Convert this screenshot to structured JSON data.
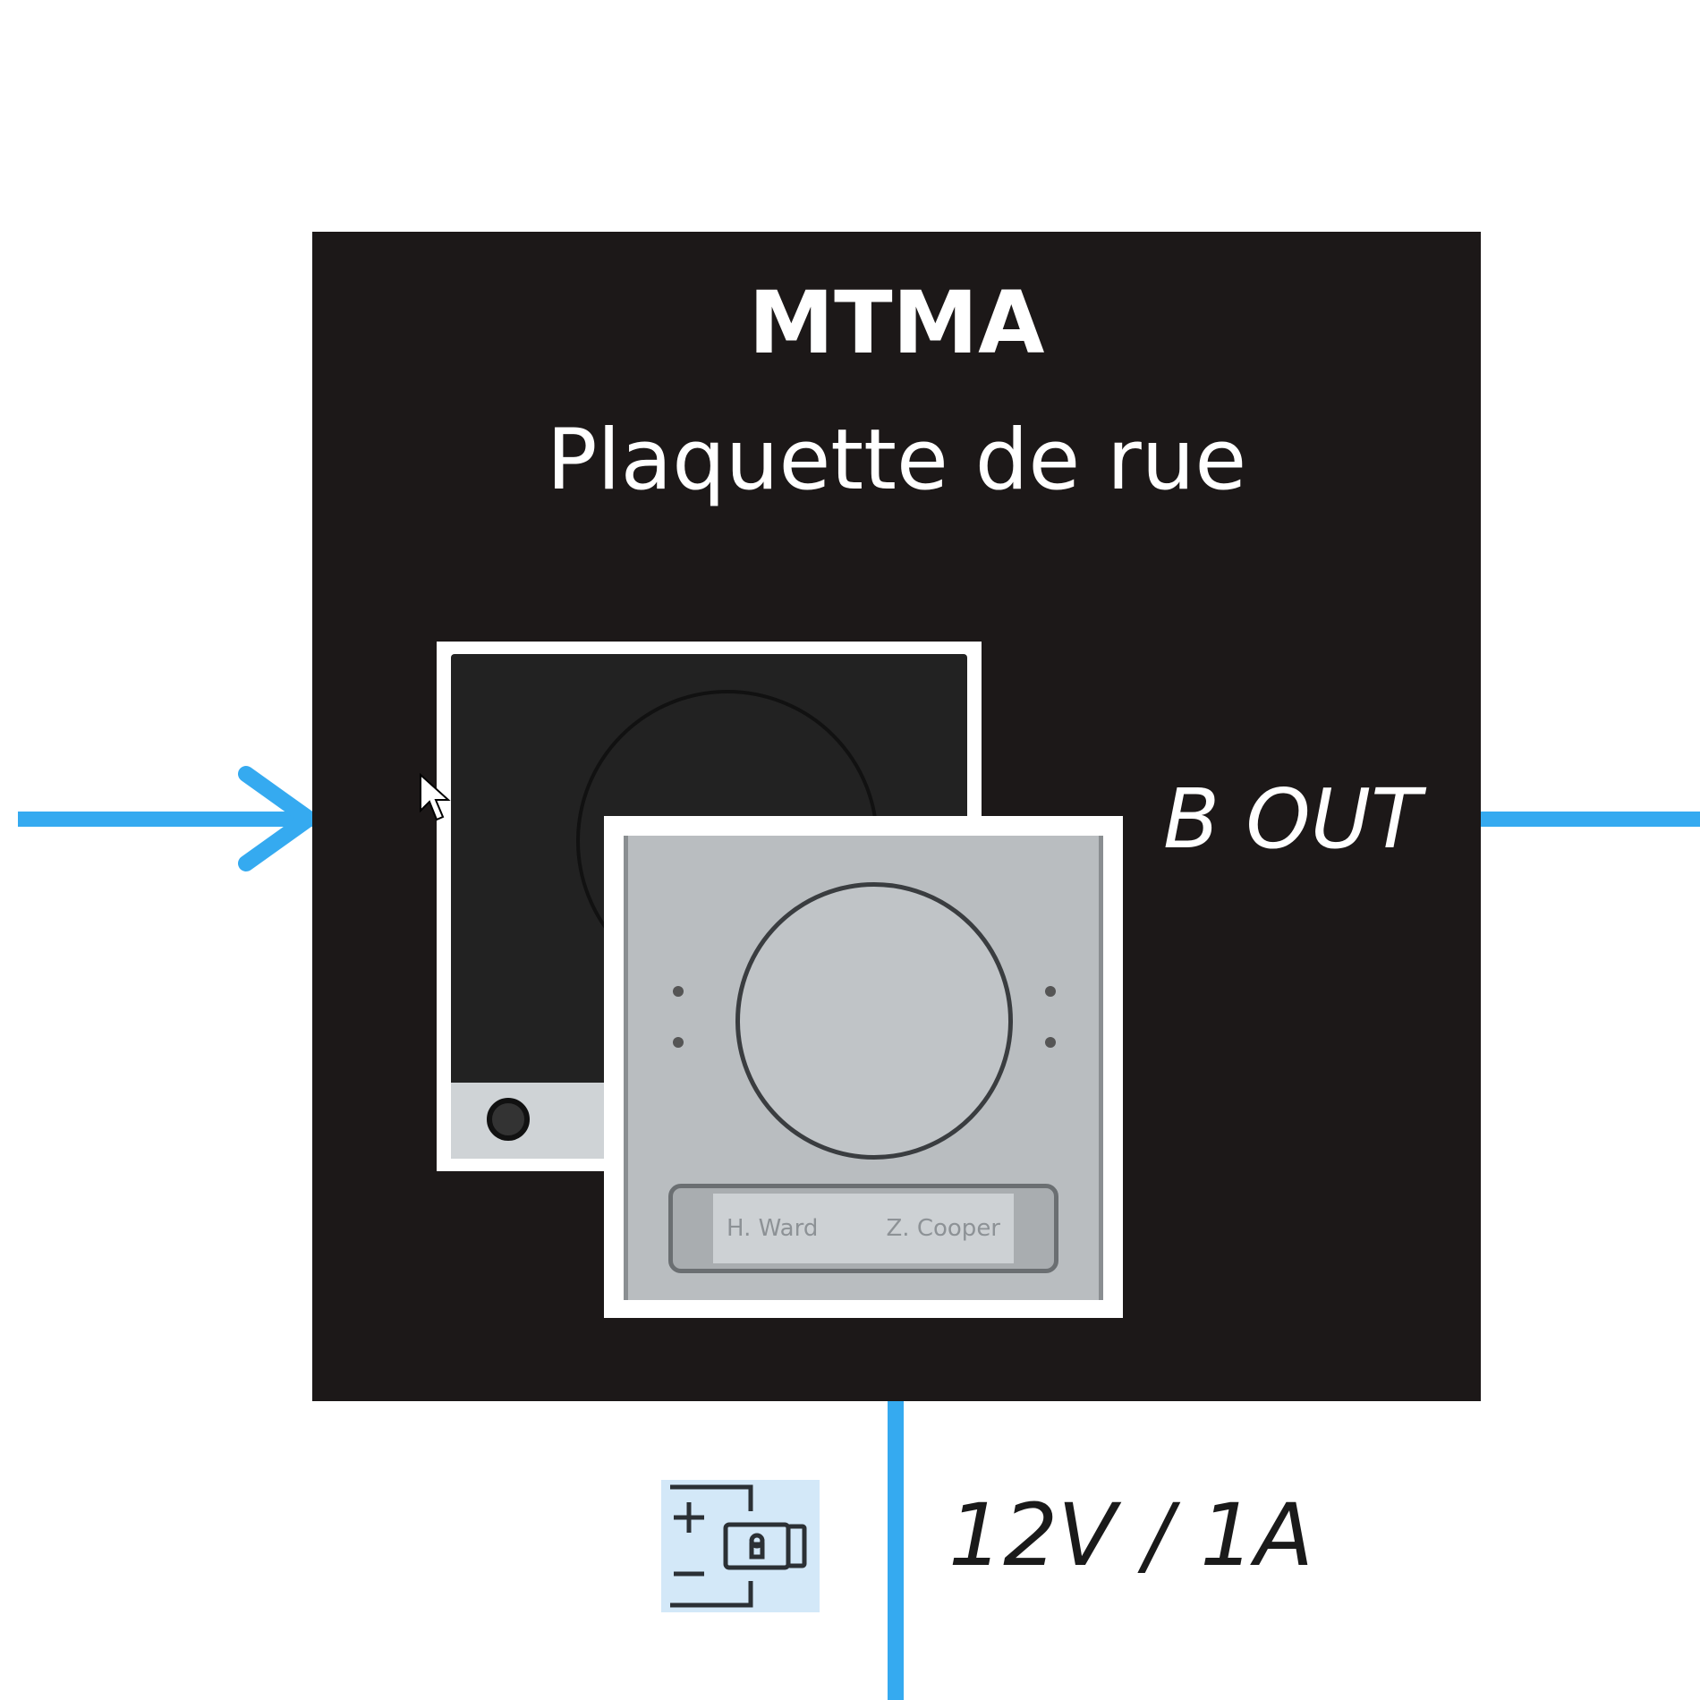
{
  "module": {
    "name": "MTMA",
    "subtitle": "Plaquette de rue"
  },
  "output_label": "B OUT",
  "power_label": "12V / 1A",
  "nameplate": [
    "H. Ward",
    "Z. Cooper"
  ],
  "icons": {
    "power_supply": "power-supply-lock-icon",
    "cursor": "mouse-pointer-icon"
  },
  "colors": {
    "wire": "#35aaf0",
    "box": "#1c1818",
    "icon_bg": "#d3e8f8"
  }
}
